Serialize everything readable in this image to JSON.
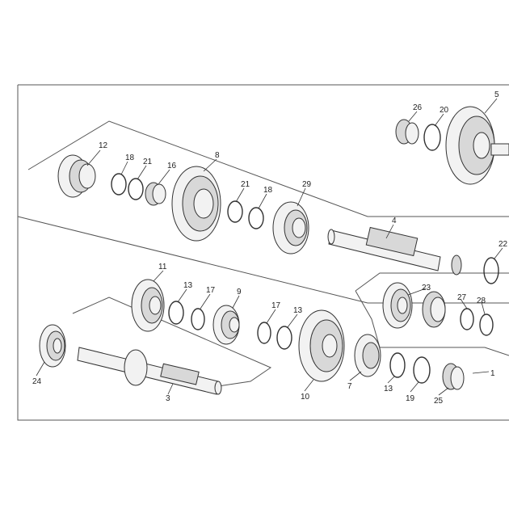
{
  "diagram": {
    "subject": "gearbox-shafts-exploded-view",
    "callouts": {
      "p1": "1",
      "p3": "3",
      "p4": "4",
      "p5": "5",
      "p7": "7",
      "p8": "8",
      "p9": "9",
      "p10": "10",
      "p11": "11",
      "p12": "12",
      "p13a": "13",
      "p13b": "13",
      "p13c": "13",
      "p16": "16",
      "p17a": "17",
      "p17b": "17",
      "p18a": "18",
      "p18b": "18",
      "p19": "19",
      "p20": "20",
      "p21a": "21",
      "p21b": "21",
      "p22": "22",
      "p23": "23",
      "p24": "24",
      "p25": "25",
      "p26": "26",
      "p27": "27",
      "p28": "28",
      "p29": "29"
    }
  }
}
